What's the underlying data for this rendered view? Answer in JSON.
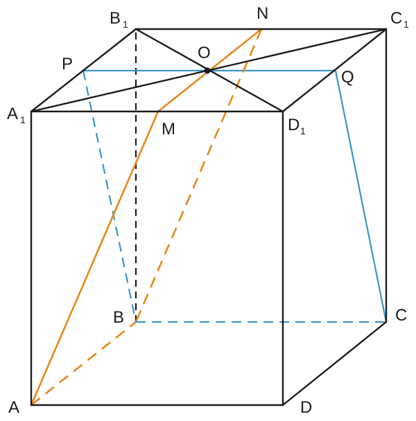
{
  "points": {
    "A": "A",
    "B": "B",
    "C": "C",
    "D": "D",
    "A1": "A",
    "B1": "B",
    "C1": "C",
    "D1": "D",
    "subscript": "1",
    "M": "M",
    "N": "N",
    "O": "O",
    "P": "P",
    "Q": "Q"
  },
  "colors": {
    "edges": "#1a1a1a",
    "section_pq": "#3a94c4",
    "section_amn": "#e8861a"
  }
}
